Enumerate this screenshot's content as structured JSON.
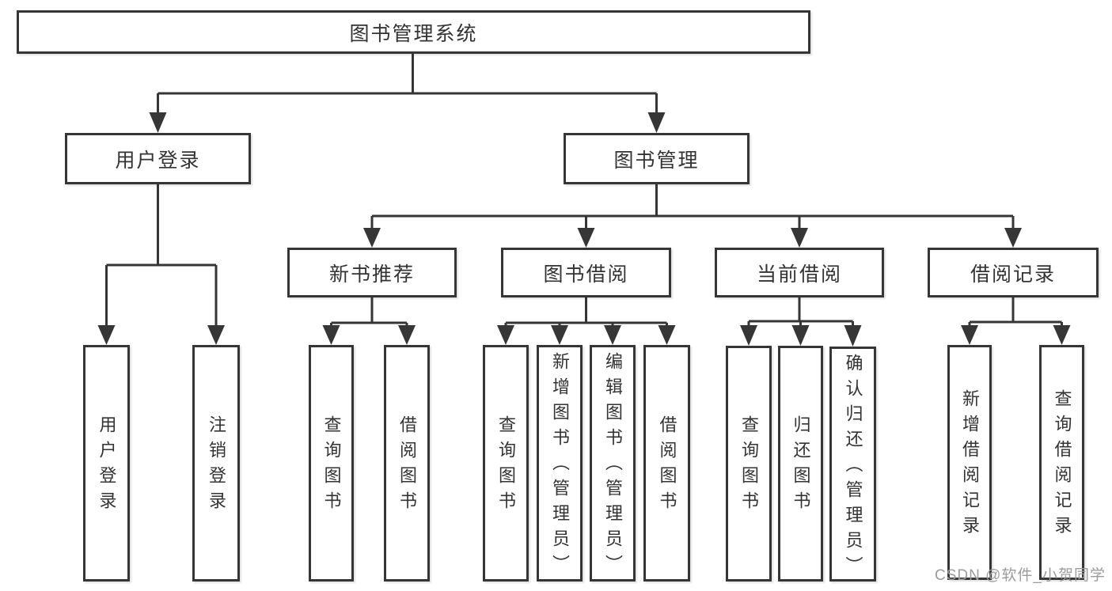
{
  "diagram_title": "图书管理系统",
  "nodes": {
    "root": {
      "label": "图书管理系统"
    },
    "level1": [
      {
        "label": "用户登录"
      },
      {
        "label": "图书管理"
      }
    ],
    "level2": [
      {
        "label": "新书推荐",
        "parent": "图书管理"
      },
      {
        "label": "图书借阅",
        "parent": "图书管理"
      },
      {
        "label": "当前借阅",
        "parent": "图书管理"
      },
      {
        "label": "借阅记录",
        "parent": "图书管理"
      }
    ],
    "leaves": [
      {
        "label": "用户登录",
        "parent": "用户登录"
      },
      {
        "label": "注销登录",
        "parent": "用户登录"
      },
      {
        "label": "查询图书",
        "parent": "新书推荐"
      },
      {
        "label": "借阅图书",
        "parent": "新书推荐"
      },
      {
        "label": "查询图书",
        "parent": "图书借阅"
      },
      {
        "label": "新增图书（管理员）",
        "parent": "图书借阅"
      },
      {
        "label": "编辑图书（管理员）",
        "parent": "图书借阅"
      },
      {
        "label": "借阅图书",
        "parent": "图书借阅"
      },
      {
        "label": "查询图书",
        "parent": "当前借阅"
      },
      {
        "label": "归还图书",
        "parent": "当前借阅"
      },
      {
        "label": "确认归还（管理员）",
        "parent": "当前借阅"
      },
      {
        "label": "新增借阅记录",
        "parent": "借阅记录"
      },
      {
        "label": "查询借阅记录",
        "parent": "借阅记录"
      }
    ]
  },
  "watermark": {
    "text": "CSDN @软件_小贺同学"
  },
  "colors": {
    "line": "#363636",
    "box_border": "#363636",
    "text": "#333333",
    "background": "#ffffff",
    "watermark": "#9c9c9c"
  }
}
